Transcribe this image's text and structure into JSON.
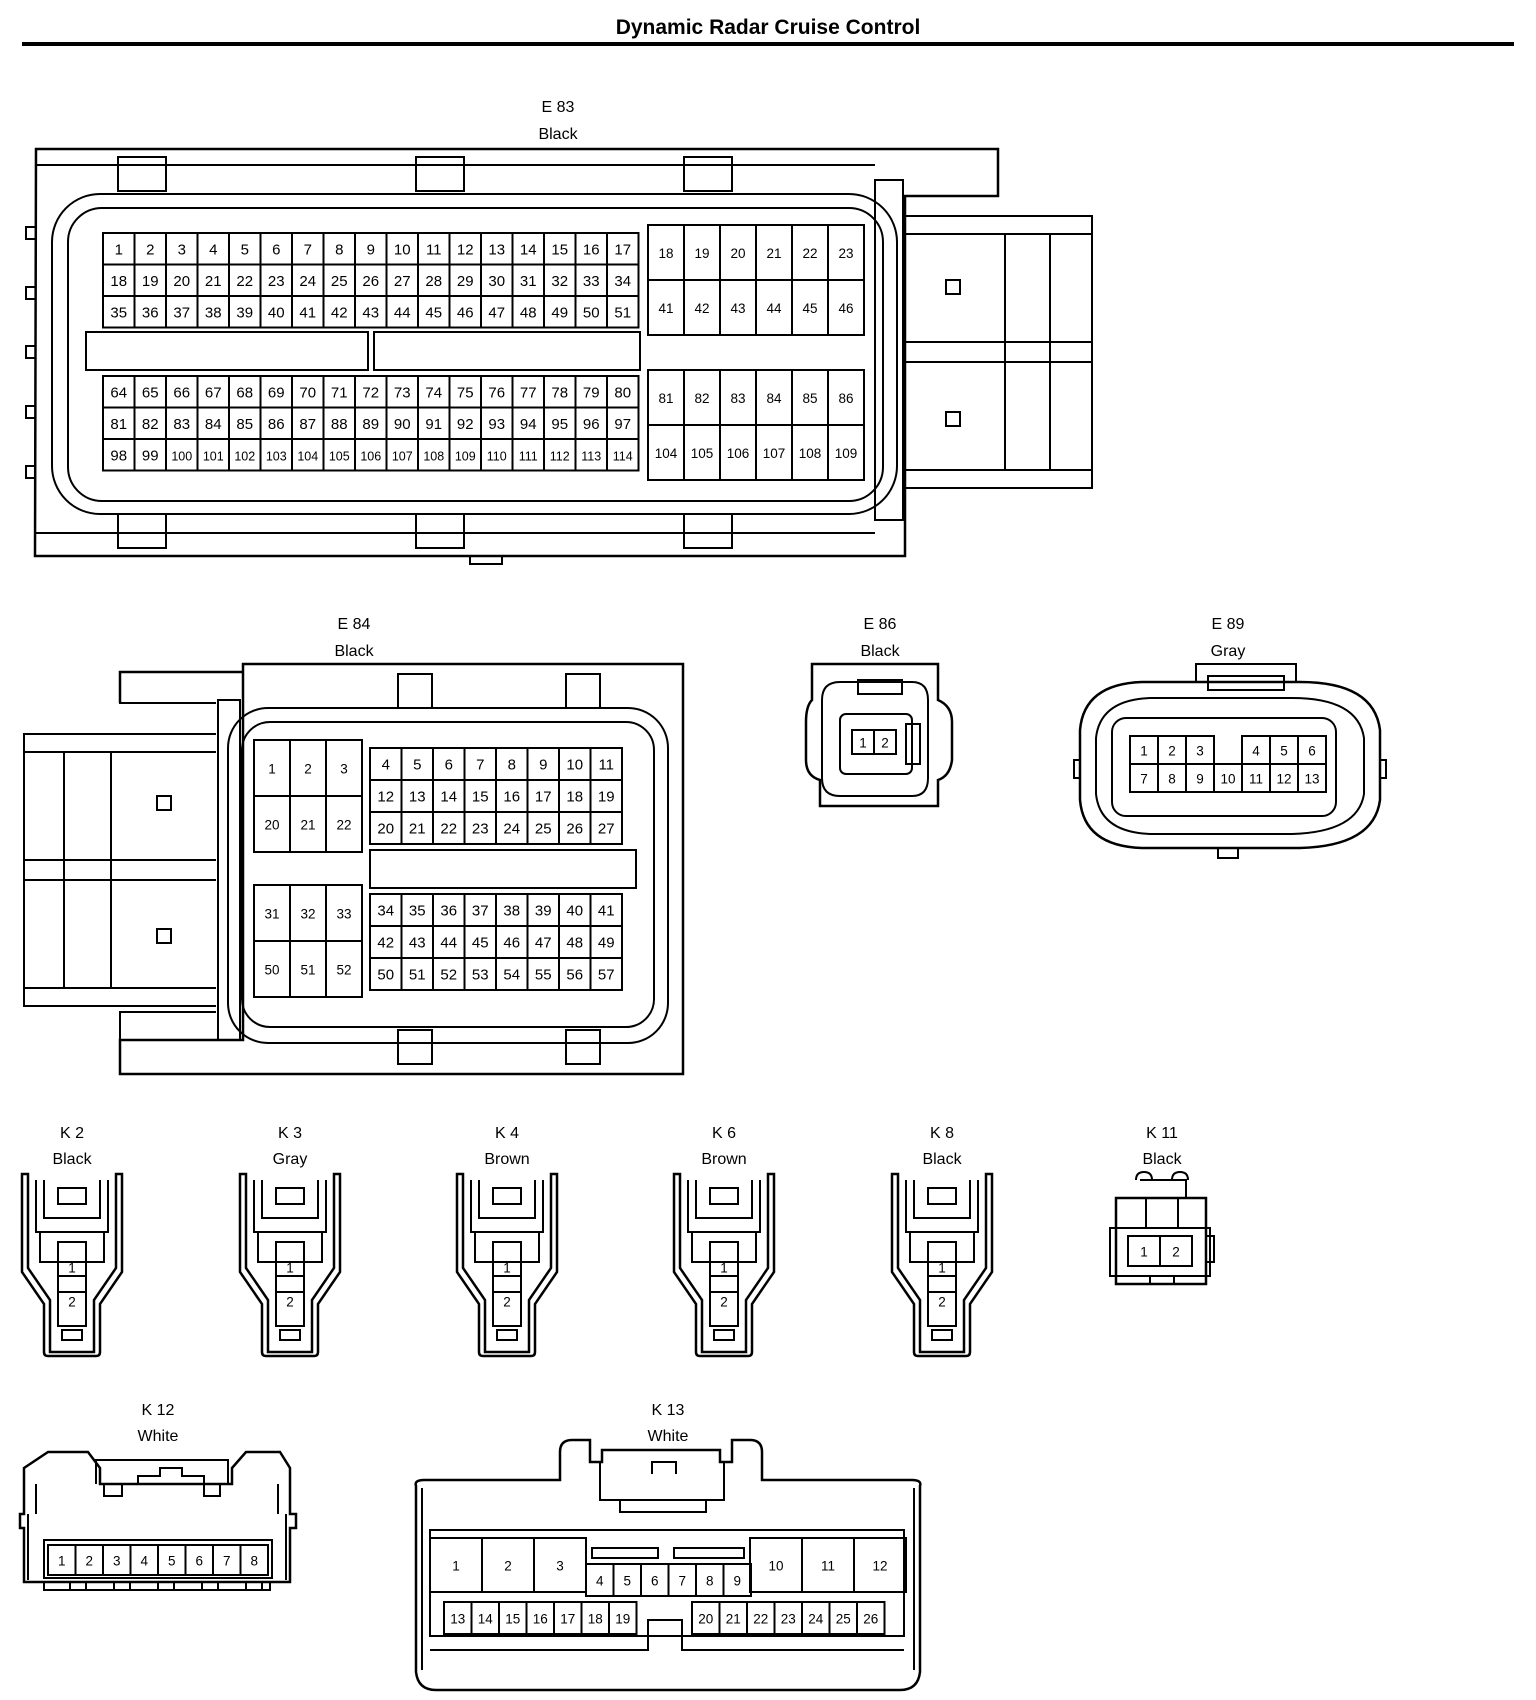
{
  "title": "Dynamic Radar Cruise Control",
  "connectors": {
    "e83": {
      "code": "E 83",
      "color": "Black"
    },
    "e84": {
      "code": "E 84",
      "color": "Black"
    },
    "e86": {
      "code": "E 86",
      "color": "Black"
    },
    "e89": {
      "code": "E 89",
      "color": "Gray"
    },
    "k2": {
      "code": "K 2",
      "color": "Black"
    },
    "k3": {
      "code": "K 3",
      "color": "Gray"
    },
    "k4": {
      "code": "K 4",
      "color": "Brown"
    },
    "k6": {
      "code": "K 6",
      "color": "Brown"
    },
    "k8": {
      "code": "K 8",
      "color": "Black"
    },
    "k11": {
      "code": "K 11",
      "color": "Black"
    },
    "k12": {
      "code": "K 12",
      "color": "White"
    },
    "k13": {
      "code": "K 13",
      "color": "White"
    }
  }
}
